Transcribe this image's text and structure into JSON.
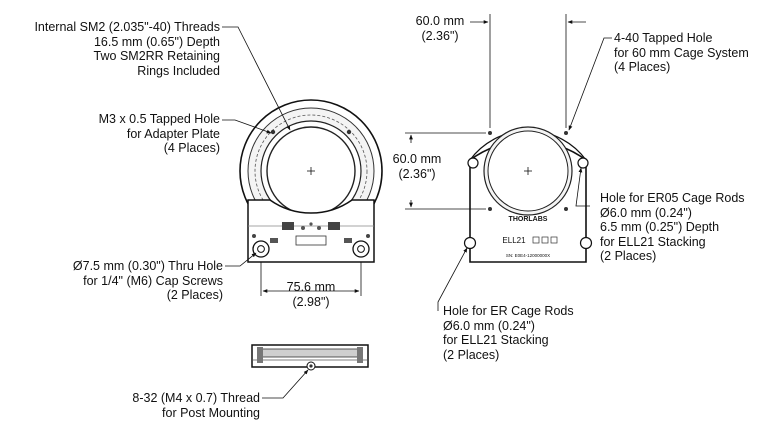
{
  "callouts": {
    "threads": [
      "Internal SM2 (2.035\"-40) Threads",
      "16.5 mm (0.65\") Depth",
      "Two SM2RR Retaining",
      "Rings Included"
    ],
    "m3_hole": [
      "M3 x 0.5 Tapped Hole",
      "for Adapter Plate",
      "(4 Places)"
    ],
    "thru_hole": [
      "Ø7.5 mm (0.30\") Thru Hole",
      "for 1/4\" (M6) Cap Screws",
      "(2 Places)"
    ],
    "post_thread": [
      "8-32 (M4 x 0.7) Thread",
      "for Post Mounting"
    ],
    "tapped_440": [
      "4-40 Tapped Hole",
      "for 60 mm Cage System",
      "(4 Places)"
    ],
    "er05_hole": [
      "Hole for ER05 Cage Rods",
      "Ø6.0 mm (0.24\")",
      "6.5 mm (0.25\") Depth",
      "for ELL21 Stacking",
      "(2 Places)"
    ],
    "er_hole": [
      "Hole for ER Cage Rods",
      "Ø6.0 mm (0.24\")",
      "for ELL21 Stacking",
      "(2 Places)"
    ]
  },
  "dimensions": {
    "width_front": [
      "75.6 mm",
      "(2.98\")"
    ],
    "cage_horizontal": [
      "60.0 mm",
      "(2.36\")"
    ],
    "cage_vertical": [
      "60.0 mm",
      "(2.36\")"
    ]
  },
  "device_marks": {
    "brand": "THORLABS",
    "model": "ELL21",
    "serial": "SN: E0E4-12000000X"
  }
}
